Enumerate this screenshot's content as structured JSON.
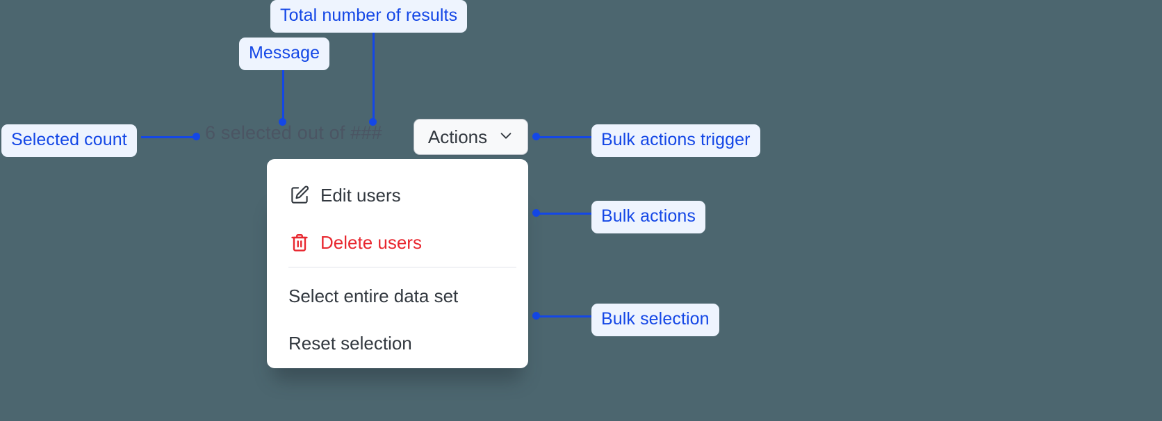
{
  "canvas": {
    "background_color": "#4c666f",
    "accent_color": "#1447e6",
    "callout_background": "#eef4fe",
    "danger_color": "#e8272f"
  },
  "bulk_actions_bar": {
    "selection_message": "6 selected out of ###",
    "selected_count": "6",
    "total_results_placeholder": "###",
    "trigger": {
      "label": "Actions",
      "icon": "chevron-down-icon"
    }
  },
  "dropdown_menu": {
    "groups": [
      {
        "name": "bulk-actions",
        "items": [
          {
            "label": "Edit users",
            "icon": "pencil-square-icon",
            "tone": "default"
          },
          {
            "label": "Delete users",
            "icon": "trash-icon",
            "tone": "danger"
          }
        ]
      },
      {
        "name": "bulk-selection",
        "items": [
          {
            "label": "Select entire data set",
            "icon": "",
            "tone": "default"
          },
          {
            "label": "Reset selection",
            "icon": "",
            "tone": "default"
          }
        ]
      }
    ]
  },
  "annotations": [
    {
      "id": "total-number-of-results",
      "label": "Total number of results"
    },
    {
      "id": "message",
      "label": "Message"
    },
    {
      "id": "selected-count",
      "label": "Selected count"
    },
    {
      "id": "bulk-actions-trigger",
      "label": "Bulk actions trigger"
    },
    {
      "id": "bulk-actions",
      "label": "Bulk actions"
    },
    {
      "id": "bulk-selection",
      "label": "Bulk selection"
    }
  ]
}
